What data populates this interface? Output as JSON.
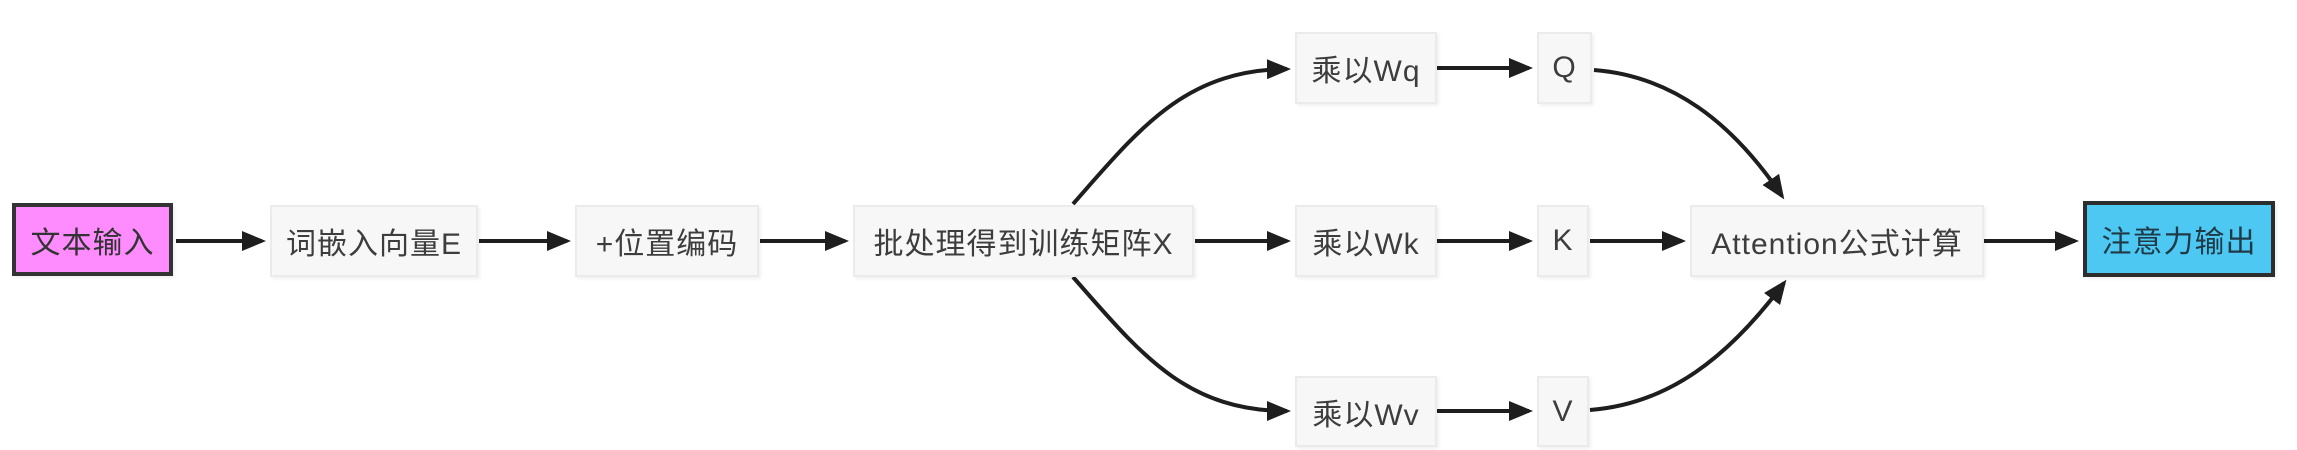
{
  "diagram": {
    "description": "attention-mechanism-flowchart",
    "nodes": {
      "text_input": {
        "label": "文本输入",
        "fill": "#ff8cff",
        "border": "#333333",
        "role": "input"
      },
      "embedding": {
        "label": "词嵌入向量E",
        "fill": "#f7f7f7",
        "border": "#ebebeb",
        "role": "process"
      },
      "pos_encoding": {
        "label": "+位置编码",
        "fill": "#f7f7f7",
        "border": "#ebebeb",
        "role": "process"
      },
      "batch_matrix": {
        "label": "批处理得到训练矩阵X",
        "fill": "#f7f7f7",
        "border": "#ebebeb",
        "role": "process"
      },
      "mul_wq": {
        "label": "乘以Wq",
        "fill": "#f7f7f7",
        "border": "#ebebeb",
        "role": "process"
      },
      "mul_wk": {
        "label": "乘以Wk",
        "fill": "#f7f7f7",
        "border": "#ebebeb",
        "role": "process"
      },
      "mul_wv": {
        "label": "乘以Wv",
        "fill": "#f7f7f7",
        "border": "#ebebeb",
        "role": "process"
      },
      "q": {
        "label": "Q",
        "fill": "#f7f7f7",
        "border": "#ebebeb",
        "role": "matrix"
      },
      "k": {
        "label": "K",
        "fill": "#f7f7f7",
        "border": "#ebebeb",
        "role": "matrix"
      },
      "v": {
        "label": "V",
        "fill": "#f7f7f7",
        "border": "#ebebeb",
        "role": "matrix"
      },
      "attention": {
        "label": "Attention公式计算",
        "fill": "#f7f7f7",
        "border": "#ebebeb",
        "role": "process"
      },
      "output": {
        "label": "注意力输出",
        "fill": "#4dc8f2",
        "border": "#2d2d2d",
        "role": "output"
      }
    },
    "edges": [
      {
        "from": "文本输入",
        "to": "词嵌入向量E"
      },
      {
        "from": "词嵌入向量E",
        "to": "+位置编码"
      },
      {
        "from": "+位置编码",
        "to": "批处理得到训练矩阵X"
      },
      {
        "from": "批处理得到训练矩阵X",
        "to": "乘以Wq"
      },
      {
        "from": "批处理得到训练矩阵X",
        "to": "乘以Wk"
      },
      {
        "from": "批处理得到训练矩阵X",
        "to": "乘以Wv"
      },
      {
        "from": "乘以Wq",
        "to": "Q"
      },
      {
        "from": "乘以Wk",
        "to": "K"
      },
      {
        "from": "乘以Wv",
        "to": "V"
      },
      {
        "from": "Q",
        "to": "Attention公式计算"
      },
      {
        "from": "K",
        "to": "Attention公式计算"
      },
      {
        "from": "V",
        "to": "Attention公式计算"
      },
      {
        "from": "Attention公式计算",
        "to": "注意力输出"
      }
    ],
    "colors": {
      "background": "#ffffff",
      "arrow": "#1e1e1e",
      "text": "#3d3d3d",
      "input_fill": "#ff8cff",
      "output_fill": "#4dc8f2",
      "dark_border": "#333333",
      "gray_fill": "#f7f7f7",
      "gray_border": "#ebebeb"
    }
  }
}
